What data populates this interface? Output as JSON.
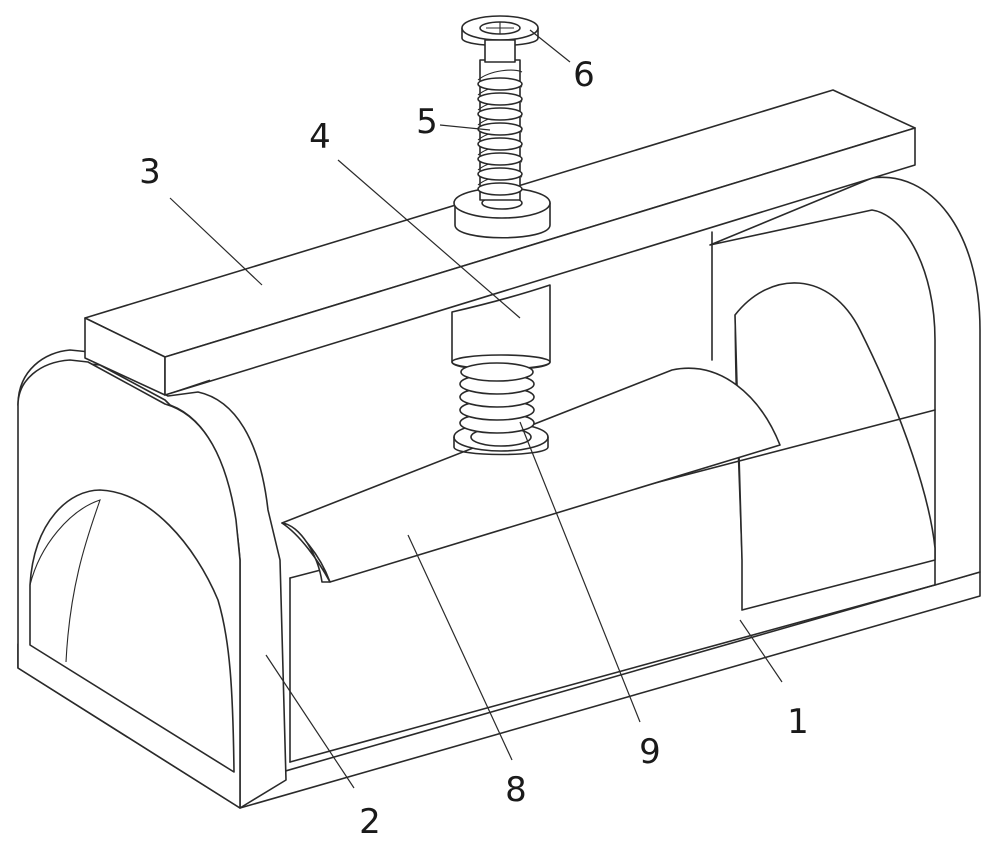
{
  "callouts": [
    {
      "id": "c1",
      "text": "1"
    },
    {
      "id": "c2",
      "text": "2"
    },
    {
      "id": "c3",
      "text": "3"
    },
    {
      "id": "c4",
      "text": "4"
    },
    {
      "id": "c5",
      "text": "5"
    },
    {
      "id": "c6",
      "text": "6"
    },
    {
      "id": "c8",
      "text": "8"
    },
    {
      "id": "c9",
      "text": "9"
    }
  ]
}
